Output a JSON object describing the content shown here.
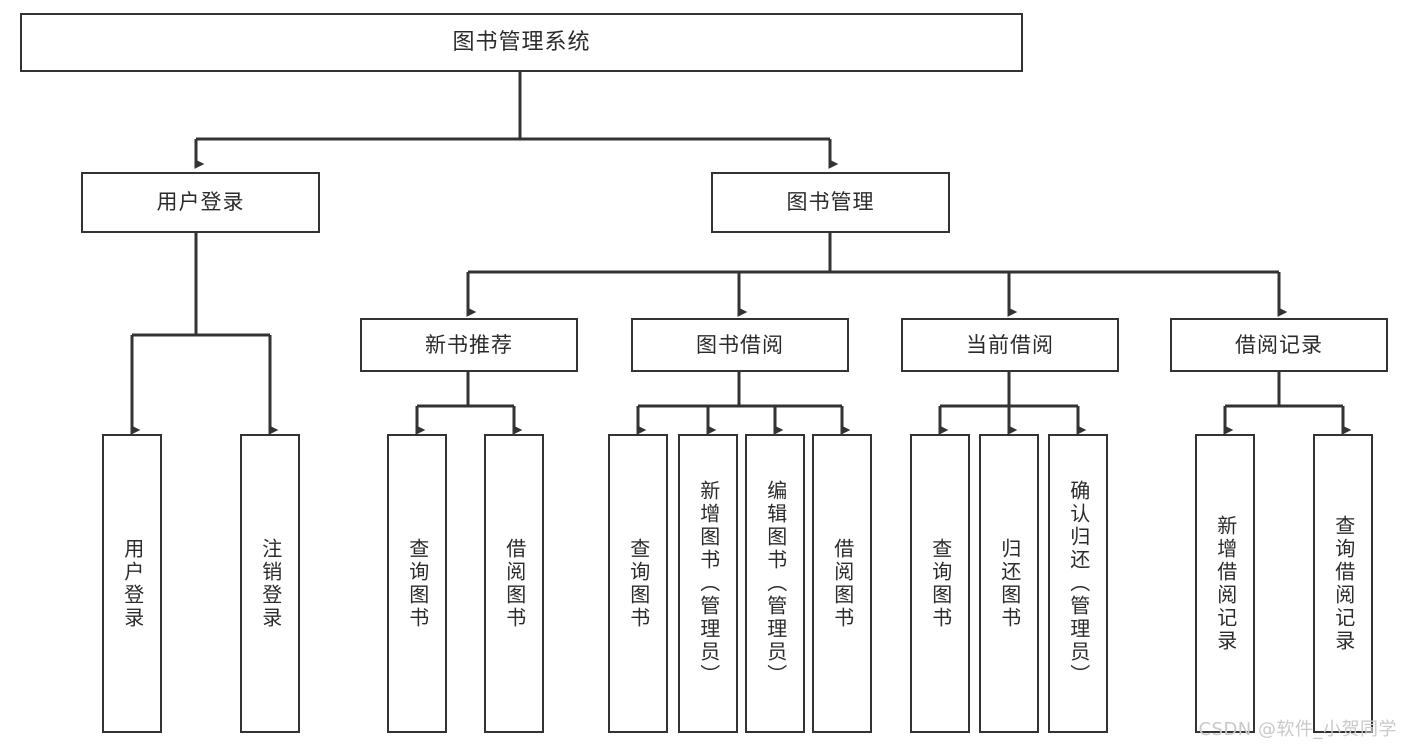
{
  "diagram": {
    "title": "图书管理系统",
    "type": "tree",
    "background_color": "#ffffff",
    "line_color": "#333333",
    "text_color": "#2b2b2b"
  },
  "root": {
    "label": "图书管理系统"
  },
  "level2": [
    {
      "label": "用户登录"
    },
    {
      "label": "图书管理"
    }
  ],
  "level3": [
    {
      "label": "新书推荐"
    },
    {
      "label": "图书借阅"
    },
    {
      "label": "当前借阅"
    },
    {
      "label": "借阅记录"
    }
  ],
  "leaves": {
    "user_login": [
      {
        "label": "用户登录"
      },
      {
        "label": "注销登录"
      }
    ],
    "new_book_recommend": [
      {
        "label": "查询图书"
      },
      {
        "label": "借阅图书"
      }
    ],
    "book_borrow": [
      {
        "label": "查询图书"
      },
      {
        "label": "新增图书（管理员）"
      },
      {
        "label": "编辑图书（管理员）"
      },
      {
        "label": "借阅图书"
      }
    ],
    "current_borrow": [
      {
        "label": "查询图书"
      },
      {
        "label": "归还图书"
      },
      {
        "label": "确认归还（管理员）"
      }
    ],
    "borrow_record": [
      {
        "label": "新增借阅记录"
      },
      {
        "label": "查询借阅记录"
      }
    ]
  },
  "watermark": {
    "text": "CSDN @软件_小贺同学"
  }
}
